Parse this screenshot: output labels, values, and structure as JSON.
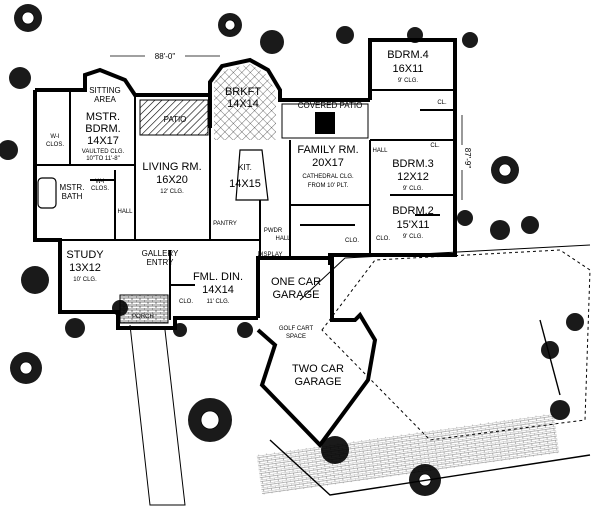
{
  "dimensions": {
    "width": "88'-0\"",
    "depth": "87'-9\""
  },
  "rooms": {
    "sitting": {
      "name": "SITTING",
      "name2": "AREA"
    },
    "master": {
      "name": "MSTR.",
      "name2": "BDRM.",
      "size": "14X17",
      "ceiling": "VAULTED CLG.",
      "ceiling2": "10\"TO 11'-8\""
    },
    "wi_clos": {
      "name": "W-I",
      "name2": "CLOS."
    },
    "wi_clos2": {
      "name": "W-I",
      "name2": "CLOS."
    },
    "master_bath": {
      "name": "MSTR.",
      "name2": "BATH"
    },
    "hall_west": {
      "name": "HALL"
    },
    "study": {
      "name": "STUDY",
      "size": "13X12",
      "ceiling": "10' CLG."
    },
    "patio": {
      "name": "PATIO"
    },
    "living": {
      "name": "LIVING RM.",
      "size": "16X20",
      "ceiling": "12' CLG."
    },
    "brkfst": {
      "name": "BRKFT",
      "size": "14X14"
    },
    "kitchen": {
      "name": "KIT.",
      "size": "14X15"
    },
    "pantry": {
      "name": "PANTRY"
    },
    "covered_patio": {
      "name": "COVERED PATIO"
    },
    "family": {
      "name": "FAMILY RM.",
      "size": "20X17",
      "ceiling": "CATHEDRAL CLG.",
      "ceiling2": "FROM 10' PLT."
    },
    "gallery": {
      "name": "GALLERY",
      "name2": "ENTRY"
    },
    "fml_din": {
      "name": "FML. DIN.",
      "size": "14X14",
      "ceiling": "11' CLG."
    },
    "pwdr": {
      "name": "PWDR"
    },
    "hall_kit": {
      "name": "HALL"
    },
    "display": {
      "name": "DISPLAY"
    },
    "clo_util": {
      "name": "CLO."
    },
    "porch": {
      "name": "PORCH"
    },
    "clo_entry": {
      "name": "CLO."
    },
    "one_car": {
      "name": "ONE CAR",
      "name2": "GARAGE"
    },
    "golf_cart": {
      "name": "GOLF CART",
      "name2": "SPACE"
    },
    "two_car": {
      "name": "TWO CAR",
      "name2": "GARAGE"
    },
    "bdrm4": {
      "name": "BDRM.4",
      "size": "16X11",
      "ceiling": "9' CLG."
    },
    "bdrm3": {
      "name": "BDRM.3",
      "size": "12X12",
      "ceiling": "9' CLG."
    },
    "bdrm2": {
      "name": "BDRM.2",
      "size": "15'X11",
      "ceiling": "9' CLG."
    },
    "cl4": {
      "name": "CL."
    },
    "cl3": {
      "name": "CL."
    },
    "clo2": {
      "name": "CLO."
    },
    "hall_east": {
      "name": "HALL"
    }
  }
}
